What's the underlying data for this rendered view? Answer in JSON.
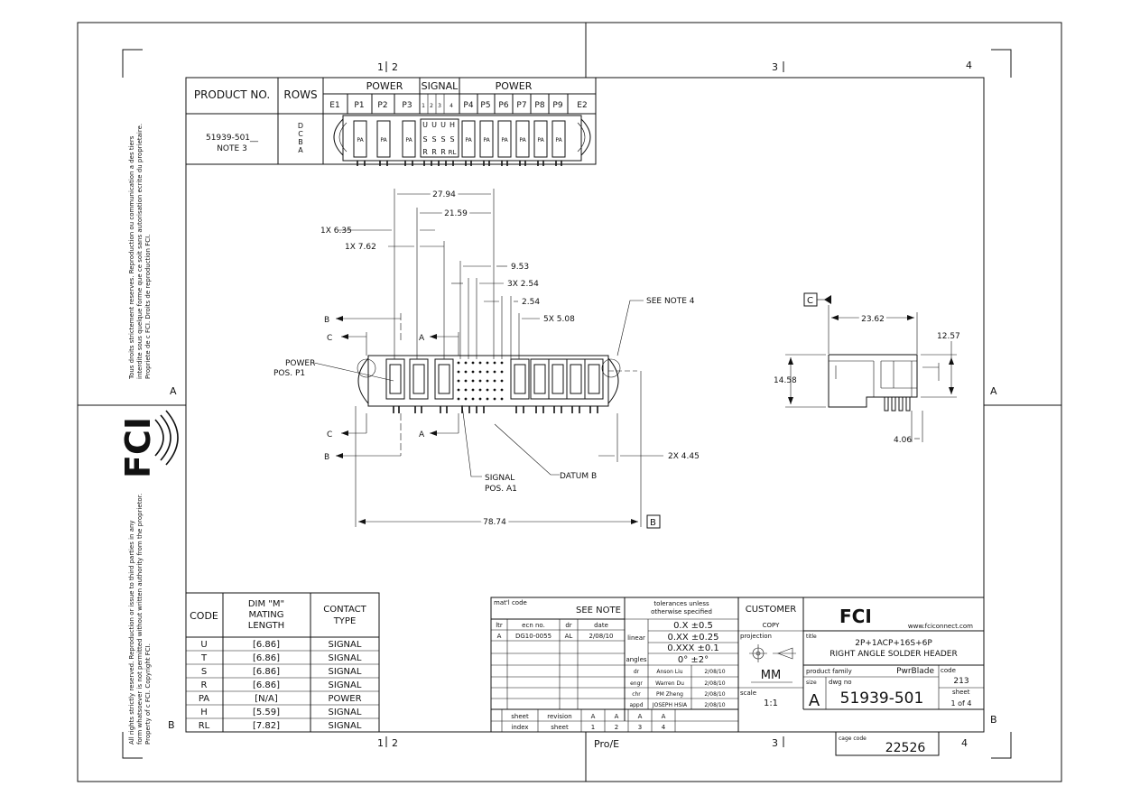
{
  "zones": {
    "top": [
      "1",
      "2",
      "3",
      "4"
    ],
    "side": [
      "A",
      "B"
    ]
  },
  "top_table": {
    "product_header": "PRODUCT NO.",
    "rows_header": "ROWS",
    "power_left": "POWER",
    "signal": "SIGNAL",
    "power_right": "POWER",
    "cols": [
      "E1",
      "P1",
      "P2",
      "P3",
      "1",
      "2",
      "3",
      "4",
      "P4",
      "P5",
      "P6",
      "P7",
      "P8",
      "P9",
      "E2"
    ],
    "product": "51939-501__",
    "note": "NOTE 3",
    "rows_value": [
      "D",
      "C",
      "B",
      "A"
    ],
    "pa": "PA",
    "sig_codes": [
      [
        "U",
        "S",
        "R"
      ],
      [
        "U",
        "S",
        "R"
      ],
      [
        "U",
        "S",
        "R"
      ],
      [
        "H",
        "S",
        "RL"
      ]
    ]
  },
  "dims": {
    "d1": "27.94",
    "d2": "21.59",
    "d3": "1X 6.35",
    "d4": "1X 7.62",
    "d5": "9.53",
    "d6": "3X 2.54",
    "d7": "2.54",
    "d8": "5X 5.08",
    "see_note4": "SEE NOTE 4",
    "b": "B",
    "c": "C",
    "a": "A",
    "power_pos1": "POWER\nPOS. P1",
    "power_l1": "POWER",
    "power_l2": "POS. P1",
    "signal_l1": "SIGNAL",
    "signal_l2": "POS. A1",
    "datum": "DATUM B",
    "d9": "2X 4.45",
    "d10": "78.74",
    "side_c": "C",
    "d11": "23.62",
    "d12": "12.57",
    "d13": "14.58",
    "d14": "4.06"
  },
  "side_notes": {
    "top1": "Tous droits strictement reserves.  Reproduction ou communication a des tiers",
    "top2": "interdite sous quelque forme que ce soit sans autorisation ecrite du proprietaire.",
    "top3": "Propriete de c FCI.  Droits de reproduction FCI.",
    "bot1": "All rights strictly reserved.  Reproduction or issue to third parties in any",
    "bot2": "form whatsoever is not permitted without written authority from the proprietor.",
    "bot3": "Property of c FCI.  Copyright FCI.",
    "logo": "FCI"
  },
  "code_table": {
    "headers": [
      "CODE",
      "DIM \"M\"",
      "MATING",
      "LENGTH",
      "CONTACT",
      "TYPE"
    ],
    "rows": [
      [
        "U",
        "[6.86]",
        "SIGNAL"
      ],
      [
        "T",
        "[6.86]",
        "SIGNAL"
      ],
      [
        "S",
        "[6.86]",
        "SIGNAL"
      ],
      [
        "R",
        "[6.86]",
        "SIGNAL"
      ],
      [
        "PA",
        "[N/A]",
        "POWER"
      ],
      [
        "H",
        "[5.59]",
        "SIGNAL"
      ],
      [
        "RL",
        "[7.82]",
        "SIGNAL"
      ]
    ]
  },
  "title_block": {
    "matl_code": "mat'l code",
    "see_note": "SEE NOTE",
    "ltr": "ltr",
    "ecn_no": "ecn no.",
    "dr": "dr",
    "date": "date",
    "rev": {
      "ltr": "A",
      "ecn": "DG10-0055",
      "dr": "AL",
      "date": "2/08/10"
    },
    "tol1": "tolerances unless",
    "tol2": "otherwise specified",
    "linear": "linear",
    "angles": "angles",
    "tx1": "0.X  ±0.5",
    "tx2": "0.XX  ±0.25",
    "tx3": "0.XXX  ±0.1",
    "tx4": "0°  ±2°",
    "people": [
      [
        "dr",
        "Anson Liu",
        "2/08/10"
      ],
      [
        "engr",
        "Warren Du",
        "2/08/10"
      ],
      [
        "chr",
        "PM Zheng",
        "2/08/10"
      ],
      [
        "appd",
        "JOSEPH HSIA",
        "2/08/10"
      ]
    ],
    "customer": "CUSTOMER",
    "copy": "COPY",
    "projection": "projection",
    "mm": "MM",
    "scale_lbl": "scale",
    "scale": "1:1",
    "logo": "FCI",
    "url": "www.fciconnect.com",
    "title_lbl": "title",
    "title1": "2P+1ACP+16S+6P",
    "title2": "RIGHT ANGLE SOLDER HEADER",
    "product_family_lbl": "product family",
    "product_family": "PwrBlade",
    "code_lbl": "code",
    "code": "213",
    "size_lbl": "size",
    "size": "A",
    "dwg_lbl": "dwg no",
    "dwg": "51939-501",
    "sheet_lbl": "sheet",
    "sheet_val": "1 of 4",
    "sheet_row": [
      "sheet",
      "revision",
      "A",
      "A",
      "A",
      "A"
    ],
    "index_row": [
      "index",
      "sheet",
      "1",
      "2",
      "3",
      "4"
    ],
    "cage_lbl": "cage code",
    "cage": "22526",
    "pro_e": "Pro/E"
  }
}
